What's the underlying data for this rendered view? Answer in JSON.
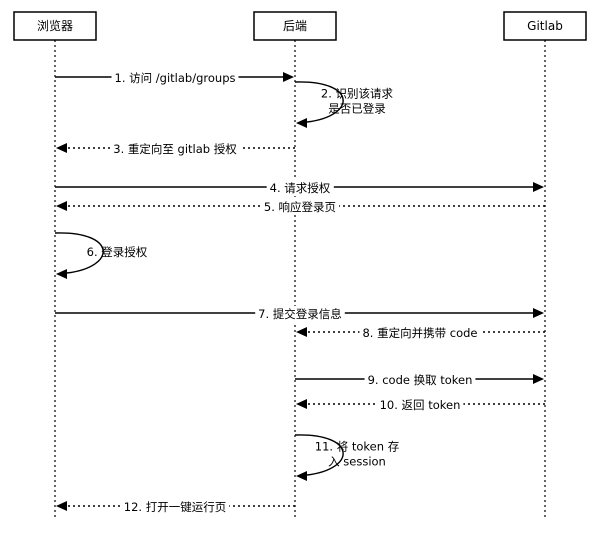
{
  "actors": [
    {
      "id": "browser",
      "label": "浏览器"
    },
    {
      "id": "backend",
      "label": "后端"
    },
    {
      "id": "gitlab",
      "label": "Gitlab"
    }
  ],
  "messages": [
    {
      "label": "1. 访问 /gitlab/groups",
      "from": "browser",
      "to": "backend",
      "style": "solid"
    },
    {
      "label": "2. 识别该请求\n是否已登录",
      "from": "backend",
      "to": "backend",
      "style": "solid",
      "self": true
    },
    {
      "label": "3. 重定向至 gitlab 授权",
      "from": "backend",
      "to": "browser",
      "style": "dotted"
    },
    {
      "label": "4. 请求授权",
      "from": "browser",
      "to": "gitlab",
      "style": "solid"
    },
    {
      "label": "5. 响应登录页",
      "from": "gitlab",
      "to": "browser",
      "style": "dotted"
    },
    {
      "label": "6. 登录授权",
      "from": "browser",
      "to": "browser",
      "style": "solid",
      "self": true
    },
    {
      "label": "7. 提交登录信息",
      "from": "browser",
      "to": "gitlab",
      "style": "solid"
    },
    {
      "label": "8. 重定向并携带 code",
      "from": "gitlab",
      "to": "backend",
      "style": "dotted"
    },
    {
      "label": "9. code 换取 token",
      "from": "backend",
      "to": "gitlab",
      "style": "solid"
    },
    {
      "label": "10. 返回 token",
      "from": "gitlab",
      "to": "backend",
      "style": "dotted"
    },
    {
      "label": "11. 将 token 存\n入 session",
      "from": "backend",
      "to": "backend",
      "style": "solid",
      "self": true
    },
    {
      "label": "12. 打开一键运行页",
      "from": "backend",
      "to": "browser",
      "style": "dotted"
    }
  ]
}
